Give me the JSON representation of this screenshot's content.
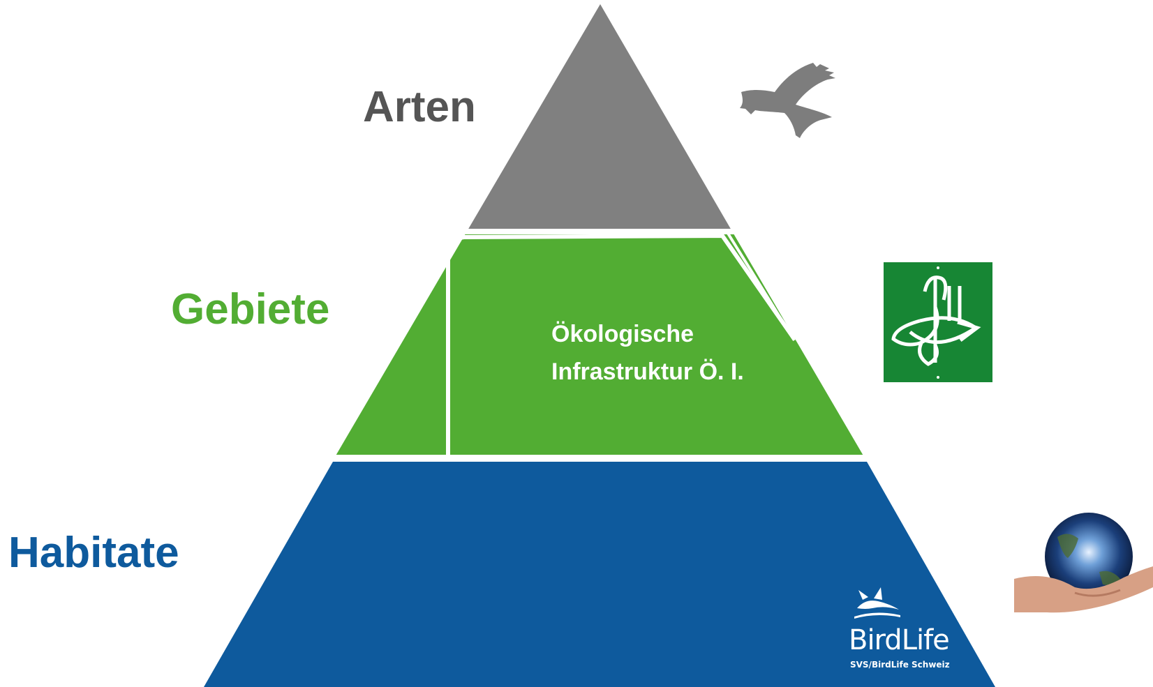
{
  "diagram": {
    "levels": [
      {
        "id": "arten",
        "label": "Arten",
        "color": "#808080",
        "label_color": "#555555",
        "icon": "red-kite-silhouette-icon"
      },
      {
        "id": "gebiete",
        "label": "Gebiete",
        "color": "#52ad33",
        "label_color": "#52ad33",
        "icon": "green-emblem-icon"
      },
      {
        "id": "habitate",
        "label": "Habitate",
        "color": "#0e5a9d",
        "label_color": "#0e5a9d",
        "icon": "earth-in-hand-icon"
      }
    ],
    "oi_box": {
      "line1": "Ökologische",
      "line2": "Infrastruktur Ö. I."
    }
  },
  "logo": {
    "name": "BirdLife",
    "subtitle": "SVS/BirdLife Schweiz"
  }
}
